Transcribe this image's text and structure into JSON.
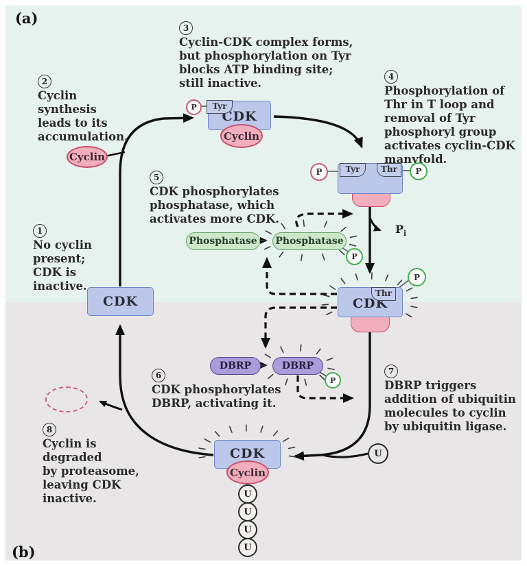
{
  "panel": {
    "a_label": "(a)",
    "b_label": "(b)"
  },
  "steps": [
    {
      "num": "1",
      "lines": [
        "No cyclin",
        "present;",
        "CDK is",
        "inactive."
      ]
    },
    {
      "num": "2",
      "lines": [
        "Cyclin",
        "synthesis",
        "leads to its",
        "accumulation."
      ]
    },
    {
      "num": "3",
      "lines": [
        "Cyclin-CDK complex forms,",
        "but phosphorylation on Tyr",
        "blocks ATP binding site;",
        "still inactive."
      ]
    },
    {
      "num": "4",
      "lines": [
        "Phosphorylation of",
        "Thr in T loop and",
        "removal of Tyr",
        "phosphoryl group",
        "activates cyclin-CDK",
        "manyfold."
      ]
    },
    {
      "num": "5",
      "lines": [
        "CDK phosphorylates",
        "phosphatase, which",
        "activates more CDK."
      ]
    },
    {
      "num": "6",
      "lines": [
        "CDK phosphorylates",
        "DBRP, activating it."
      ]
    },
    {
      "num": "7",
      "lines": [
        "DBRP triggers",
        "addition of ubiquitin",
        "molecules to cyclin",
        "by ubiquitin ligase."
      ]
    },
    {
      "num": "8",
      "lines": [
        "Cyclin is",
        "degraded",
        "by proteasome,",
        "leaving CDK",
        "inactive."
      ]
    }
  ],
  "molecules": {
    "cdk_label": "CDK",
    "cyclin_label": "Cyclin",
    "phosphatase_label": "Phosphatase",
    "dbrp_label": "DBRP",
    "tyr_label": "Tyr",
    "thr_label": "Thr",
    "p_label": "P",
    "u_label": "U",
    "pi_label": "P",
    "pi_sub": "i"
  },
  "colors": {
    "background_top": "#e6f2ee",
    "background_bottom": "#e8e6e7",
    "cdk_fill": "#bcc8ea",
    "cdk_border": "#6f87c8",
    "cyclin_fill": "#f2aebd",
    "cyclin_border": "#c8506b",
    "phosphatase_fill": "#cde8c8",
    "phosphatase_border": "#69a369",
    "dbrp_fill": "#aa9cd8",
    "dbrp_border": "#574897",
    "phosphate_inhibitory_ring": "#c65b72",
    "phosphate_activating_ring": "#44b04e",
    "arrow_color": "#111111"
  }
}
